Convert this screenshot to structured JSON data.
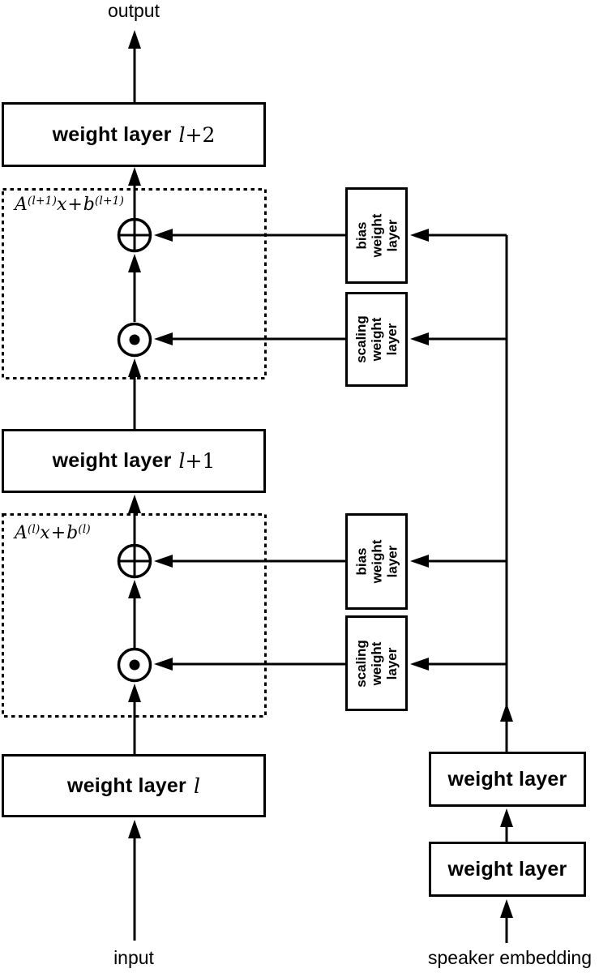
{
  "colors": {
    "ink": "#000000",
    "background": "#ffffff"
  },
  "labels": {
    "output": "output",
    "input": "input",
    "speaker_embedding": "speaker embedding"
  },
  "main_layers": [
    {
      "label": "weight layer",
      "index_var": "l",
      "index_rest": "+2"
    },
    {
      "label": "weight layer",
      "index_var": "l",
      "index_rest": "+1"
    },
    {
      "label": "weight layer",
      "index_var": "l",
      "index_rest": ""
    }
  ],
  "adapters": [
    {
      "formula": {
        "A": "A",
        "supA": "(l+1)",
        "x": "x",
        "plus": "+",
        "b": "b",
        "supB": "(l+1)"
      },
      "add_symbol": "⊕",
      "scale_symbol": "⊙"
    },
    {
      "formula": {
        "A": "A",
        "supA": "(l)",
        "x": "x",
        "plus": "+",
        "b": "b",
        "supB": "(l)"
      },
      "add_symbol": "⊕",
      "scale_symbol": "⊙"
    }
  ],
  "side_layers": {
    "bias": [
      "bias",
      "weight",
      "layer"
    ],
    "scaling": [
      "scaling",
      "weight",
      "layer"
    ]
  },
  "speaker_layers": [
    {
      "label": "weight layer"
    },
    {
      "label": "weight layer"
    }
  ]
}
